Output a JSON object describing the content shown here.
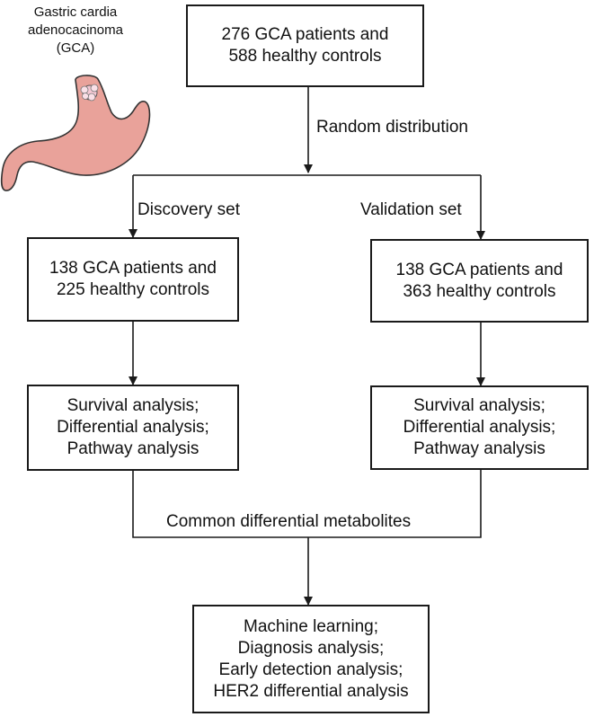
{
  "illustration": {
    "label_lines": [
      "Gastric cardia",
      "adenocacinoma",
      "(GCA)"
    ],
    "icon": "stomach-icon",
    "colors": {
      "stomach_fill": "#e9a29a",
      "stomach_stroke": "#333333",
      "tumor_fill": "#f5c9d4"
    }
  },
  "top_box": {
    "lines": [
      "276 GCA patients and",
      "588 healthy controls"
    ]
  },
  "split_label": "Random distribution",
  "discovery": {
    "set_label": "Discovery set",
    "cohort_lines": [
      "138 GCA patients and",
      "225 healthy controls"
    ],
    "analysis_lines": [
      "Survival analysis;",
      "Differential analysis;",
      "Pathway analysis"
    ]
  },
  "validation": {
    "set_label": "Validation set",
    "cohort_lines": [
      "138 GCA patients and",
      "363 healthy controls"
    ],
    "analysis_lines": [
      "Survival analysis;",
      "Differential analysis;",
      "Pathway analysis"
    ]
  },
  "merge_label": "Common differential metabolites",
  "final_box": {
    "lines": [
      "Machine learning;",
      "Diagnosis analysis;",
      "Early detection analysis;",
      "HER2 differential analysis"
    ]
  }
}
